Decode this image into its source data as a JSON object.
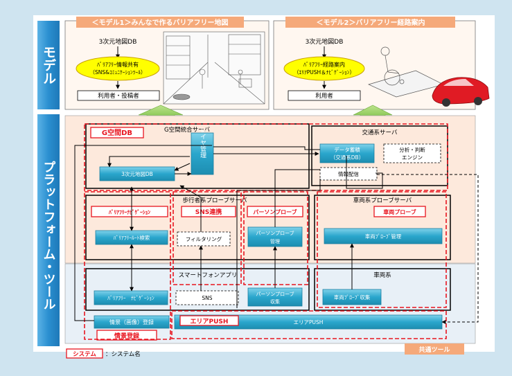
{
  "sidebar": {
    "model": "モデル",
    "platform": "プラットフォーム・ツール"
  },
  "model1": {
    "title": "＜モデル1＞みんなで作るバリアフリー地図",
    "db": "3次元地図DB",
    "share_line1": "ﾊﾞﾘｱﾌﾘｰ情報共有",
    "share_line2": "（SNS&ｺﾐｭﾆｹｰｼｮﾝﾂｰﾙ）",
    "users": "利用者・投稿者"
  },
  "model2": {
    "title": "＜モデル2＞バリアフリー経路案内",
    "db": "3次元地図DB",
    "route_line1": "ﾊﾞﾘｱﾌﾘｰ経路案内",
    "route_line2": "（ｴﾘｱPUSH＆ﾅﾋﾞｹﾞｰｼｮﾝ）",
    "users": "利用者"
  },
  "servers": {
    "g_space_tag": "G空間DB",
    "g_space_server": "G空間統合サーバ",
    "layer_mgmt": "レイヤ管理",
    "map_db": "3次元地図DB",
    "traffic_server": "交通系サーバ",
    "data_store_line1": "データ蓄積",
    "data_store_line2": "（交通系DB）",
    "analysis_line1": "分析・判断",
    "analysis_line2": "エンジン",
    "info_dist": "情報配信",
    "pedestrian_server": "歩行者系プローブサーバ",
    "vehicle_server": "車両系プローブサーバ",
    "barrier_nav_tag": "ﾊﾞﾘｱﾌﾘｰﾅﾋﾞｹﾞｰｼｮﾝ",
    "sns_tag": "SNS連携",
    "person_probe_tag": "パーソンプローブ",
    "vehicle_probe_tag": "車両プローブ",
    "route_search": "ﾊﾞﾘｱﾌﾘｰﾙｰﾄ検索",
    "filtering": "フィルタリング",
    "person_mgmt_line1": "パーソンプローブ",
    "person_mgmt_line2": "管理",
    "vehicle_mgmt": "車両ﾌﾟﾛｰﾌﾞ管理"
  },
  "apps": {
    "smartphone": "スマートフォンアプリ",
    "vehicle": "車両系",
    "nav": "ﾊﾞﾘｱﾌﾘｰ　ﾅﾋﾞｹﾞｰｼｮﾝ",
    "sns": "SNS",
    "person_collect_line1": "パーソンプローブ",
    "person_collect_line2": "収集",
    "vehicle_collect": "車両ﾌﾟﾛｰﾌﾞ収集",
    "scene_reg": "情景（画像）登録",
    "scene_tag": "情景登録",
    "area_push_tag": "エリアPUSH",
    "area_push": "エリアPUSH"
  },
  "footer": {
    "common_tools": "共通ツール",
    "legend_tag": "システム",
    "legend_text": "：システム名"
  },
  "colors": {
    "sidebar": "#2a8fd0",
    "model_panel": "#fff7f0",
    "platform_bg": "#fde9dc",
    "lower_bg": "#e8f0f7",
    "cyan_box": "#2aa6cc",
    "red_dash": "#e8141e",
    "ellipse": "#ffff00",
    "orange_title": "#f5a97a"
  }
}
